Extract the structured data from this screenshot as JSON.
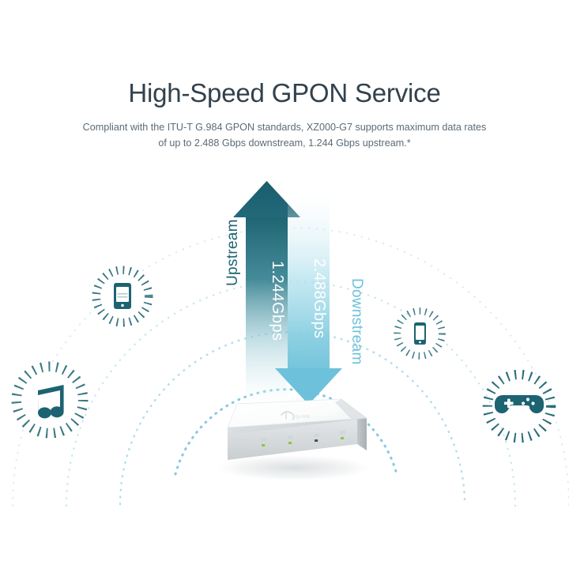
{
  "header": {
    "title": "High-Speed GPON Service",
    "subtitle_line1": "Compliant with the ITU-T G.984 GPON standards, XZ000-G7 supports maximum data rates of up",
    "subtitle_line2": "to 2.488 Gbps downstream, 1.244 Gbps upstream.*"
  },
  "diagram": {
    "upstream": {
      "direction_label": "Upstream",
      "rate_label": "1.244Gbps",
      "color": "#1d6372"
    },
    "downstream": {
      "direction_label": "Downstream",
      "rate_label": "2.488Gbps",
      "color": "#6ec1da"
    },
    "device": {
      "name": "gpon-router",
      "brand": "tp-link",
      "leds": [
        {
          "name": "power-led",
          "color": "#8dc63f"
        },
        {
          "name": "pon-led",
          "color": "#8dc63f"
        },
        {
          "name": "internet-led",
          "color": "#4d4d4d"
        },
        {
          "name": "lan-led",
          "color": "#8dc63f"
        }
      ]
    },
    "clients": [
      {
        "name": "music-client",
        "icon": "music-note-icon",
        "color": "#1d6372"
      },
      {
        "name": "tablet-client",
        "icon": "tablet-icon",
        "color": "#1d6372"
      },
      {
        "name": "phone-client",
        "icon": "smartphone-icon",
        "color": "#1d6372"
      },
      {
        "name": "game-client",
        "icon": "gamepad-icon",
        "color": "#1d6372"
      }
    ],
    "arc_color": "#7fc6dd"
  },
  "colors": {
    "background": "#ffffff",
    "title": "#32414d",
    "body": "#5c6b76",
    "teal_dark": "#1d6372",
    "blue_light": "#6ec1da",
    "led_green": "#8dc63f"
  }
}
